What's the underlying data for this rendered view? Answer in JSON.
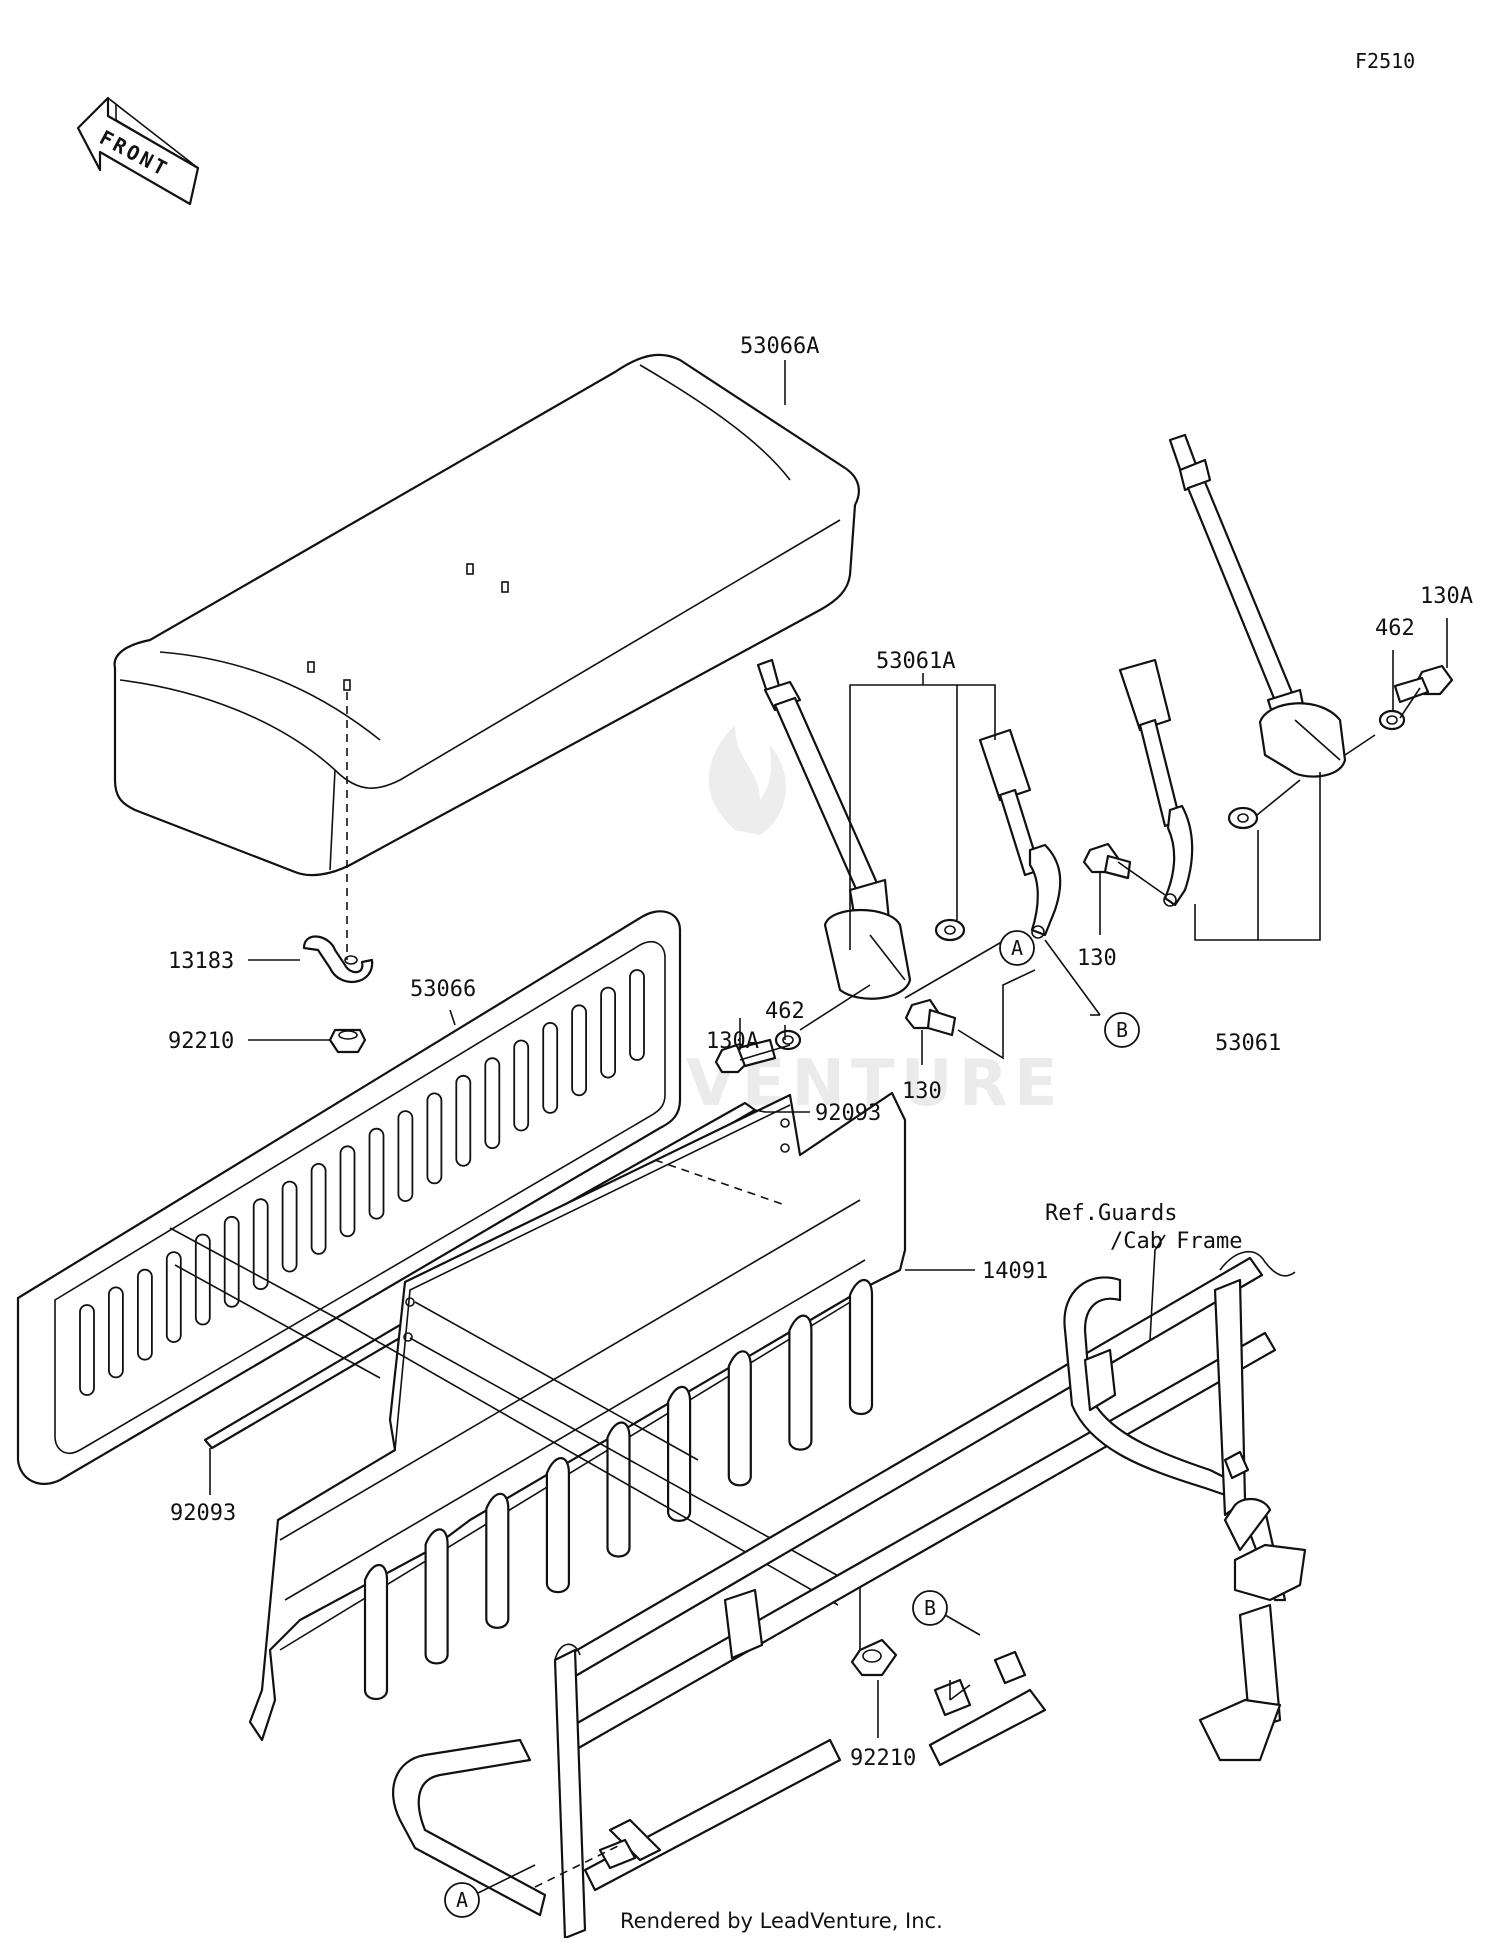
{
  "diagram": {
    "code": "F2510",
    "front_label": "FRONT",
    "watermark": "LEADVENTURE",
    "footer": "Rendered by LeadVenture, Inc.",
    "ref_note": [
      "Ref.Guards",
      "/Cab Frame"
    ],
    "labels": {
      "p53066a": "53066A",
      "p53061a": "53061A",
      "p130a_right": "130A",
      "p462_right": "462",
      "p13183": "13183",
      "p53066": "53066",
      "p92210_top": "92210",
      "p462_mid": "462",
      "p130a_mid": "130A",
      "p130_mid": "130",
      "p130_right": "130",
      "p53061": "53061",
      "p92093_top": "92093",
      "p14091": "14091",
      "p92093_left": "92093",
      "p92210_bottom": "92210"
    },
    "callouts": {
      "a_top": "A",
      "b_top": "B",
      "b_bottom": "B",
      "a_bottom": "A"
    }
  }
}
